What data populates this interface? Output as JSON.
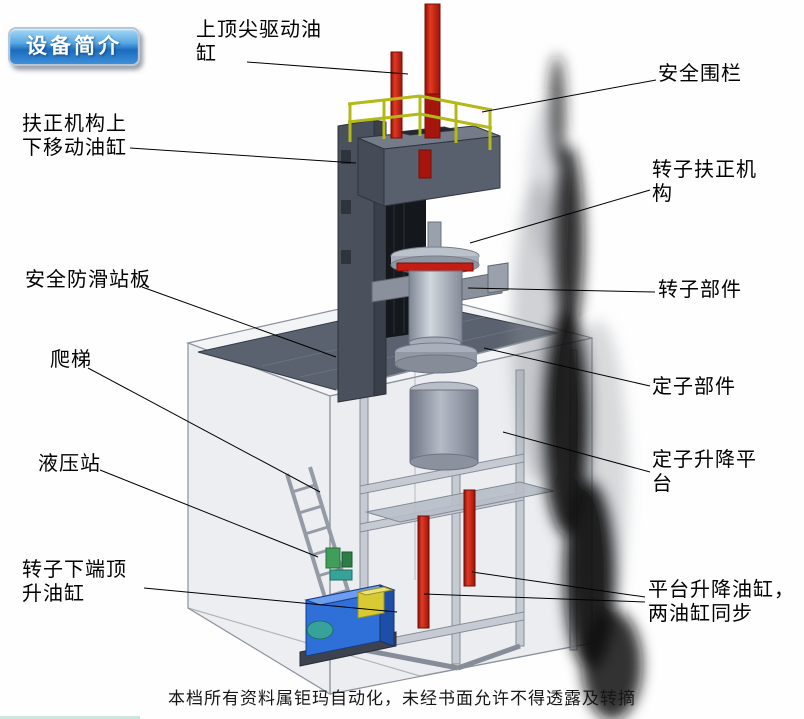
{
  "badge": {
    "label": "设备简介"
  },
  "labels": [
    {
      "id": "top-drive-cylinder",
      "text": "上顶尖驱动油缸"
    },
    {
      "id": "safety-fence",
      "text": "安全围栏"
    },
    {
      "id": "centering-updown-cylinder",
      "text": "扶正机构上下移动油缸"
    },
    {
      "id": "rotor-centering-mechanism",
      "text": "转子扶正机构"
    },
    {
      "id": "anti-slip-platform",
      "text": "安全防滑站板"
    },
    {
      "id": "rotor-component",
      "text": "转子部件"
    },
    {
      "id": "ladder",
      "text": "爬梯"
    },
    {
      "id": "stator-component",
      "text": "定子部件"
    },
    {
      "id": "hydraulic-station",
      "text": "液压站"
    },
    {
      "id": "stator-lift-platform",
      "text": "定子升降平台"
    },
    {
      "id": "rotor-bottom-jack-cylinder",
      "text": "转子下端顶升油缸"
    },
    {
      "id": "platform-lift-cylinders",
      "text": "平台升降油缸，两油缸同步"
    }
  ],
  "footer": {
    "text": "本档所有资料属钜玛自动化，未经书面允许不得透露及转摘"
  },
  "colors": {
    "badge_blue": "#1b6cbd",
    "cylinder_red": "#c41e14",
    "railing_yellow": "#b3b919",
    "hydraulic_blue": "#2f6fd8",
    "machine_gray": "#9aa0ac",
    "platform_dark": "#5a6270"
  }
}
